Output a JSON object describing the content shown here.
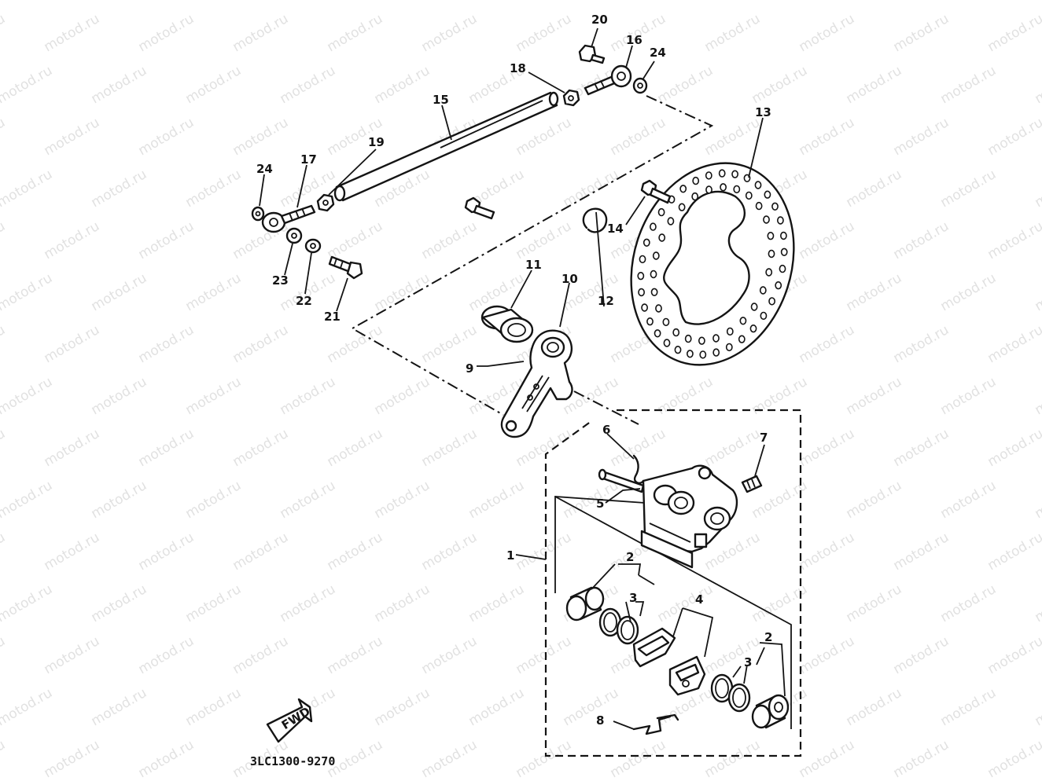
{
  "watermark": "motod.ru",
  "diagram_code": "3LC1300-9270",
  "fwd_label": "FWD",
  "callouts": [
    {
      "id": "c20",
      "text": "20"
    },
    {
      "id": "c16",
      "text": "16"
    },
    {
      "id": "c24a",
      "text": "24"
    },
    {
      "id": "c18",
      "text": "18"
    },
    {
      "id": "c15",
      "text": "15"
    },
    {
      "id": "c19",
      "text": "19"
    },
    {
      "id": "c17",
      "text": "17"
    },
    {
      "id": "c24b",
      "text": "24"
    },
    {
      "id": "c13",
      "text": "13"
    },
    {
      "id": "c14",
      "text": "14"
    },
    {
      "id": "c23",
      "text": "23"
    },
    {
      "id": "c22",
      "text": "22"
    },
    {
      "id": "c21",
      "text": "21"
    },
    {
      "id": "c11",
      "text": "11"
    },
    {
      "id": "c10",
      "text": "10"
    },
    {
      "id": "c12",
      "text": "12"
    },
    {
      "id": "c9",
      "text": "9"
    },
    {
      "id": "c6",
      "text": "6"
    },
    {
      "id": "c7",
      "text": "7"
    },
    {
      "id": "c5",
      "text": "5"
    },
    {
      "id": "c1",
      "text": "1"
    },
    {
      "id": "c2a",
      "text": "2"
    },
    {
      "id": "c3a",
      "text": "3"
    },
    {
      "id": "c4",
      "text": "4"
    },
    {
      "id": "c2b",
      "text": "2"
    },
    {
      "id": "c3b",
      "text": "3"
    },
    {
      "id": "c8",
      "text": "8"
    }
  ]
}
